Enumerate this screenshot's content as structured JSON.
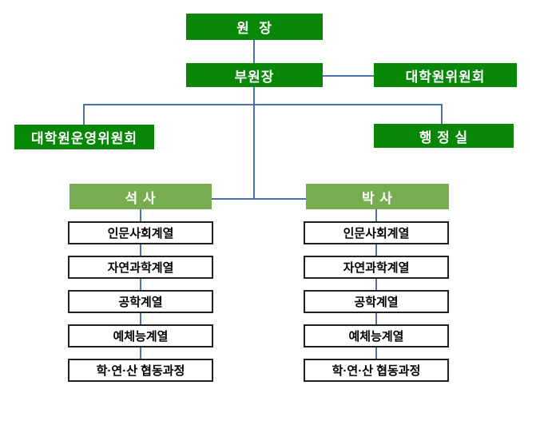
{
  "diagram": {
    "type": "org-chart",
    "nodes": {
      "director": "원  장",
      "vice_director": "부원장",
      "graduate_committee": "대학원위원회",
      "steering_committee": "대학원운영위원회",
      "admin_office": "행 정 실",
      "masters": "석 사",
      "doctoral": "박 사"
    },
    "departments": [
      "인문사회계열",
      "자연과학계열",
      "공학계열",
      "예체능계열",
      "학·연·산 협동과정"
    ]
  },
  "colors": {
    "dark_green": "#088708",
    "light_green": "#77ac51",
    "connector_blue": "#4a72ad",
    "white_box_border": "#1f1f1f",
    "background": "#ffffff"
  }
}
